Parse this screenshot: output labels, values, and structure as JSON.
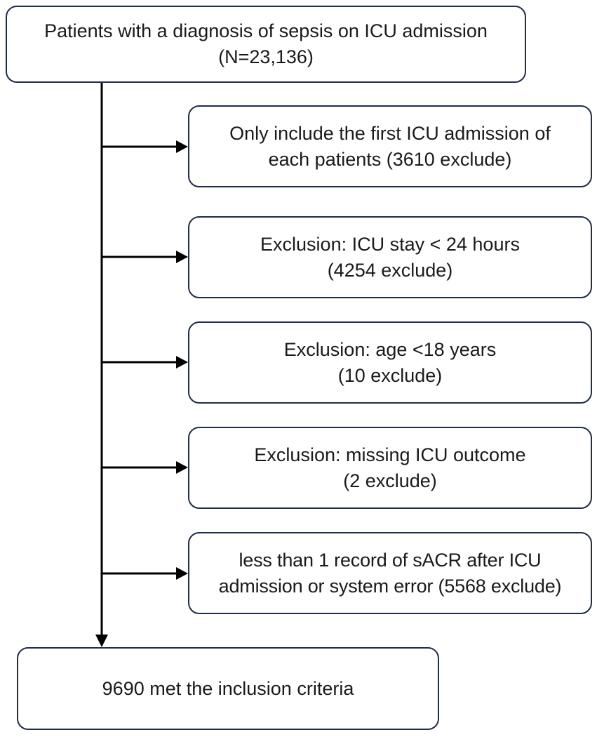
{
  "flowchart": {
    "top": {
      "line1": "Patients with a diagnosis of sepsis on ICU admission",
      "line2": "(N=23,136)"
    },
    "exclusions": [
      {
        "line1": "Only include the first ICU admission of",
        "line2": "each patients (3610 exclude)"
      },
      {
        "line1": "Exclusion: ICU stay < 24 hours",
        "line2": "(4254 exclude)"
      },
      {
        "line1": "Exclusion: age <18 years",
        "line2": "(10 exclude)"
      },
      {
        "line1": "Exclusion: missing ICU outcome",
        "line2": "(2 exclude)"
      },
      {
        "line1": "less than 1 record of sACR after ICU",
        "line2": "admission or system error (5568 exclude)"
      }
    ],
    "bottom": {
      "line1": "9690 met the inclusion criteria"
    },
    "line_color": "#000000",
    "border_color": "#1f2d4a"
  }
}
